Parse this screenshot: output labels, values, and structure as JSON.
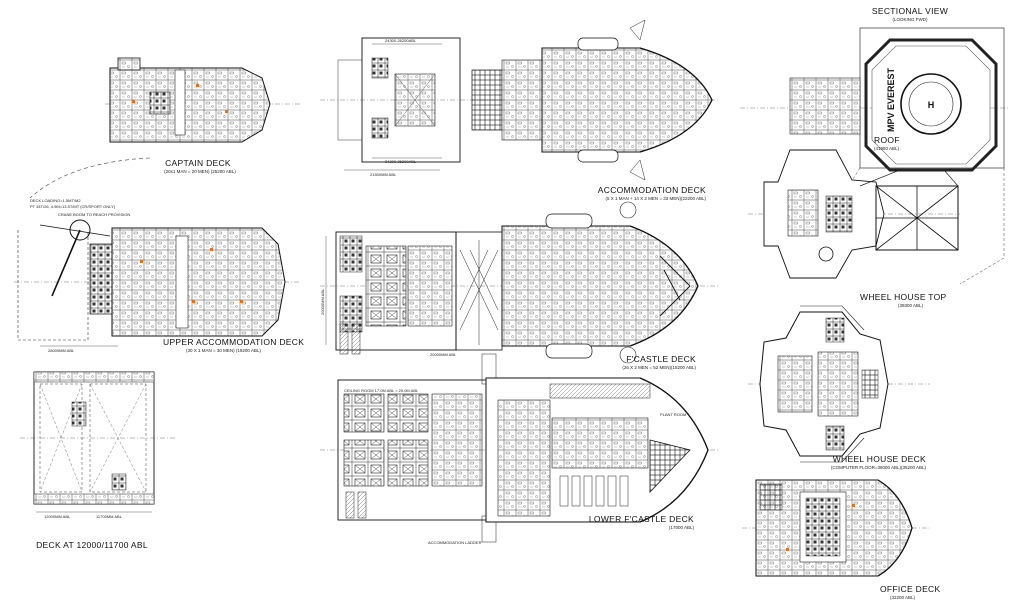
{
  "decks": {
    "captain": {
      "title": "CAPTAIN DECK",
      "sub": "(20x1 MAN = 20 MEN) (25200 ABL)"
    },
    "accommodation": {
      "title": "ACCOMMODATION DECK",
      "sub": "(5 X 1 MAN + 14 X 2 MEN = 33 MEN)(22200 ABL)"
    },
    "upper_accommodation": {
      "title": "UPPER ACCOMMODATION DECK",
      "sub": "(30 X 1 MAN = 30 MEN) (19200 ABL)"
    },
    "fcastle": {
      "title": "F'CASTLE DECK",
      "sub": "(26 X 2 MEN = 52 MEN)(15200 ABL)"
    },
    "deck_12000": {
      "title": "DECK AT 12000/11700 ABL"
    },
    "lower_fcastle": {
      "title": "LOWER F'CASTLE DECK",
      "sub": "(17000 ABL)"
    },
    "sectional": {
      "title": "SECTIONAL VIEW",
      "sub": "(LOOKING FWD)"
    },
    "roof": {
      "title": "ROOF",
      "sub": "(41950 ABL)"
    },
    "wheel_house_top": {
      "title": "WHEEL HOUSE TOP",
      "sub": "(39300 ABL)"
    },
    "wheel_house": {
      "title": "WHEEL HOUSE DECK",
      "sub": "(COMPUTER FLOOR=36000 ABL)(35200 ABL)"
    },
    "office": {
      "title": "OFFICE DECK",
      "sub": "(32200 ABL)"
    }
  },
  "vessel_name": "MPV EVEREST",
  "helideck_mark": "H",
  "dimensions": {
    "acc_top": "24300-26200ABL",
    "acc_bottom": "24300-26200ABL",
    "acc_length": "21500MM ABL",
    "fc_height": "20000MM ABL",
    "fc_length": "20000MM ABL",
    "upper_dim": "28000MM ABL",
    "deck_bottom_left": "12000MM ABL",
    "deck_bottom_right": "11700MM ABL"
  },
  "notes": {
    "crane_1": "DECK LOADING=1.5MT/M2",
    "crane_2": "PT 34T/26, 4.9M=13.5T/MT (CR/SPORT ONLY)",
    "crane_3": "CRANE BOOM TO REACH PROVISION",
    "plant_room": "PLANT ROOM",
    "accommodation_ladder": "ACCOMMODATION LADDER",
    "ceiling_room": "CEILING ROOM 17.0M ABL = 20.0M ABL"
  }
}
